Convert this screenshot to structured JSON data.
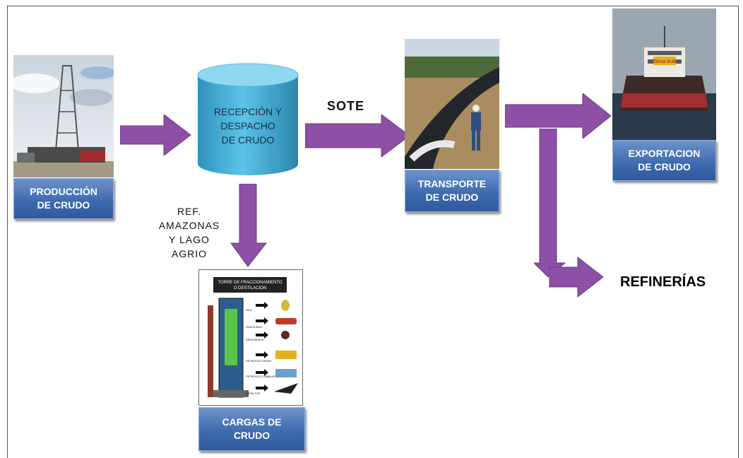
{
  "nodes": {
    "produccion": "PRODUCCIÓN\nDE CRUDO",
    "recepcion": "RECEPCIÓN Y\nDESPACHO\nDE CRUDO",
    "transporte": "TRANSPORTE\nDE CRUDO",
    "exportacion": "EXPORTACION\nDE CRUDO",
    "cargas": "CARGAS DE\nCRUDO"
  },
  "labels": {
    "sote": "SOTE",
    "ref_amazonas": "REF.\nAMAZONAS\nY LAGO\nAGRIO",
    "refinerias": "REFINERÍAS"
  },
  "poster": {
    "title": "TORRE DE FRACCIONAMIENTO\nO DESTILACION",
    "products": [
      "GAS",
      "GASOLINAS",
      "KEROSENOS",
      "PETROLEO DIESEL",
      "PETROLEO COMBUSTIBLES",
      "ASFALTOS"
    ]
  },
  "ship_sign": "Stena Bulk",
  "colors": {
    "arrow": "#8e4fa6",
    "label_blue": "#3f6cb1",
    "cylinder": "#4fb3d6"
  }
}
